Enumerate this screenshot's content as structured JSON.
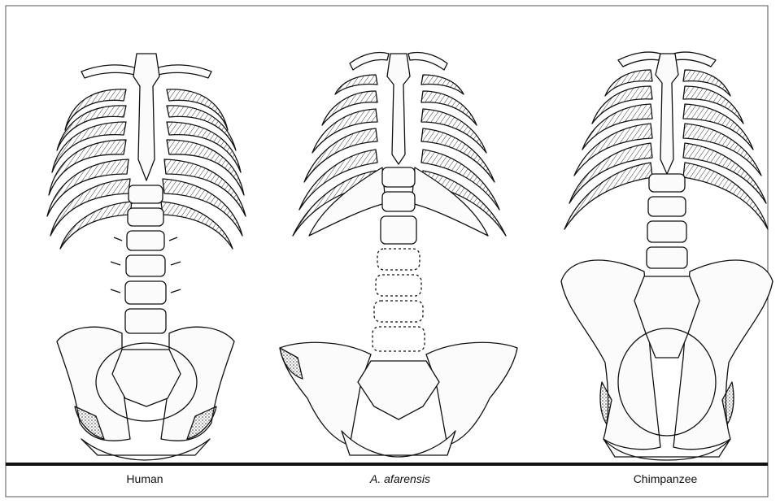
{
  "figure": {
    "labels": [
      "Human",
      "A. afarensis",
      "Chimpanzee"
    ],
    "italic": [
      false,
      true,
      false
    ]
  },
  "colors": {
    "ink": "#111111",
    "paper": "#ffffff",
    "bone": "#fbfbfb",
    "stipple": "#9a9a9a"
  }
}
